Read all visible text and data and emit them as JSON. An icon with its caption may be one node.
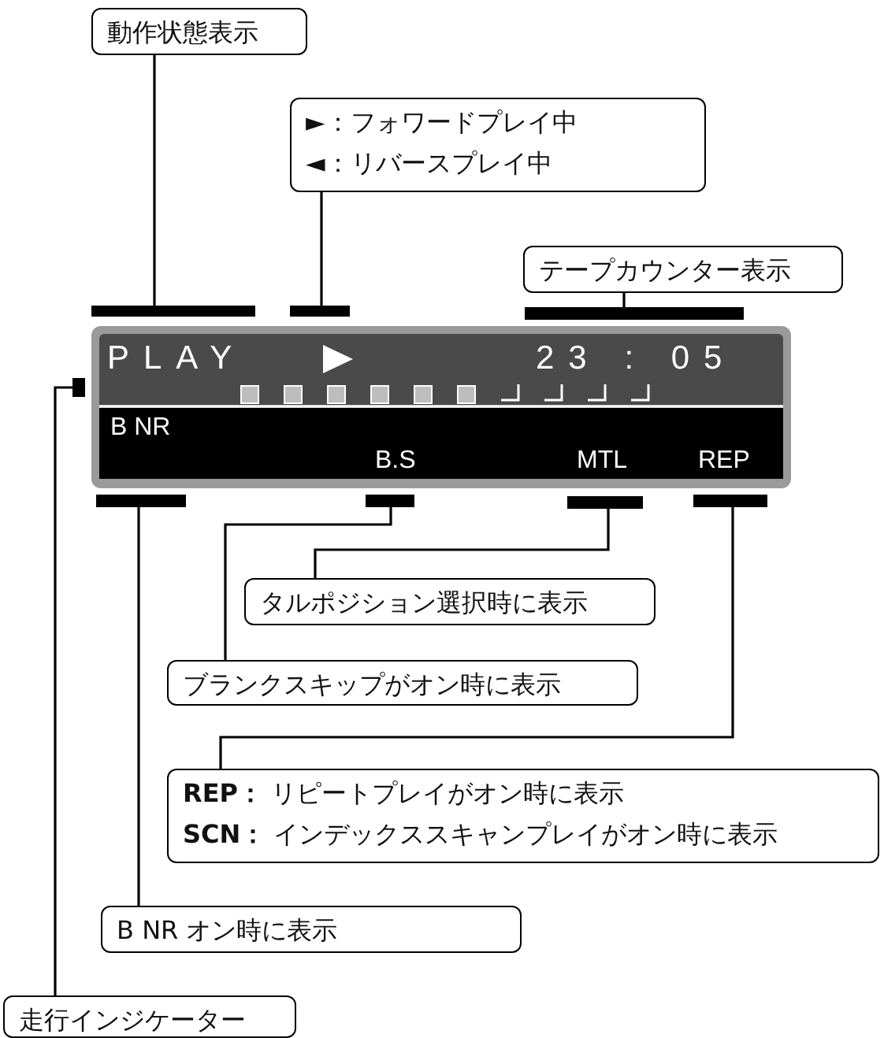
{
  "diagram": {
    "nodes": [
      {
        "text": [
          "動作状態表示"
        ]
      },
      {
        "text": [
          "►：フォワードプレイ中",
          "◄：リバースプレイ中"
        ]
      },
      {
        "text": [
          "テープカウンター表示"
        ]
      },
      {
        "text": [],
        "shape": "bar"
      },
      {
        "text": [],
        "shape": "bar"
      },
      {
        "text": [],
        "shape": "bar"
      },
      {
        "text": [
          "PLAY",
          "23 : 05",
          "B NR",
          "B.S",
          "MTL",
          "REP"
        ]
      },
      {
        "text": [],
        "shape": "bar"
      },
      {
        "text": [],
        "shape": "bar"
      },
      {
        "text": [],
        "shape": "bar"
      },
      {
        "text": [],
        "shape": "bar"
      },
      {
        "text": [],
        "shape": "bar"
      },
      {
        "text": [
          "タルポジション選択時に表示"
        ]
      },
      {
        "text": [
          "ブランクスキップがオン時に表示"
        ]
      },
      {
        "text": [
          "**REP：** リピートプレイがオン時に表示",
          "**SCN：** インデックススキャンプレイがオン時に表示"
        ]
      },
      {
        "text": [
          "B NR オン時に表示"
        ]
      },
      {
        "text": [
          "走行インジケーター"
        ]
      }
    ],
    "edges": [
      {
        "from": 0,
        "to": 3,
        "arrow": "none"
      },
      {
        "from": 1,
        "to": 4,
        "arrow": "none"
      },
      {
        "from": 2,
        "to": 5,
        "arrow": "none"
      },
      {
        "from": 12,
        "to": 10,
        "arrow": "none"
      },
      {
        "from": 13,
        "to": 9,
        "arrow": "none"
      },
      {
        "from": 14,
        "to": 11,
        "arrow": "none"
      },
      {
        "from": 15,
        "to": 8,
        "arrow": "none"
      },
      {
        "from": 16,
        "to": 7,
        "arrow": "none"
      }
    ]
  }
}
